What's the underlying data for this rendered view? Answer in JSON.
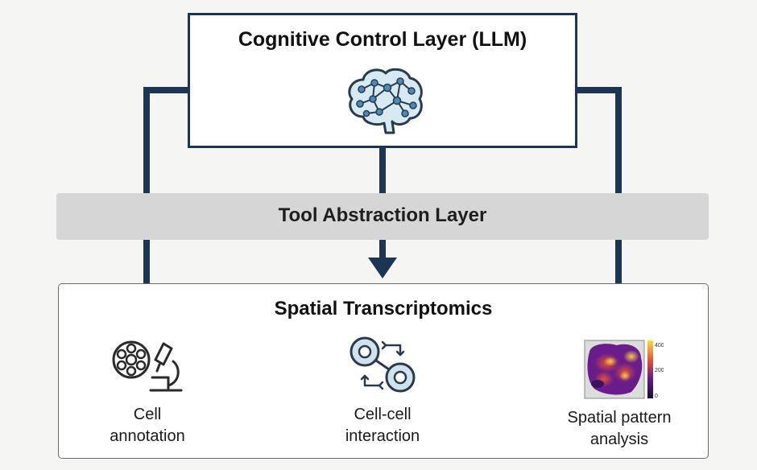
{
  "cognitive_layer": {
    "title": "Cognitive Control Layer (LLM)",
    "icon": "brain-network-icon"
  },
  "tool_layer": {
    "title": "Tool Abstraction Layer"
  },
  "spatial_layer": {
    "title": "Spatial Transcriptomics",
    "modules": [
      {
        "line1": "Cell",
        "line2": "annotation",
        "icon": "cell-microscope-icon"
      },
      {
        "line1": "Cell-cell",
        "line2": "interaction",
        "icon": "cell-interaction-icon"
      },
      {
        "line1": "Spatial pattern",
        "line2": "analysis",
        "icon": "spatial-heatmap-icon",
        "colorbar_ticks": [
          "400",
          "200",
          "0"
        ]
      }
    ]
  },
  "colors": {
    "arrow": "#1c3553",
    "box_border": "#1c3553",
    "tool_band": "#d6d6d6",
    "icon_stroke": "#2a3a4a",
    "brain_fill": "#d7eaf3"
  }
}
